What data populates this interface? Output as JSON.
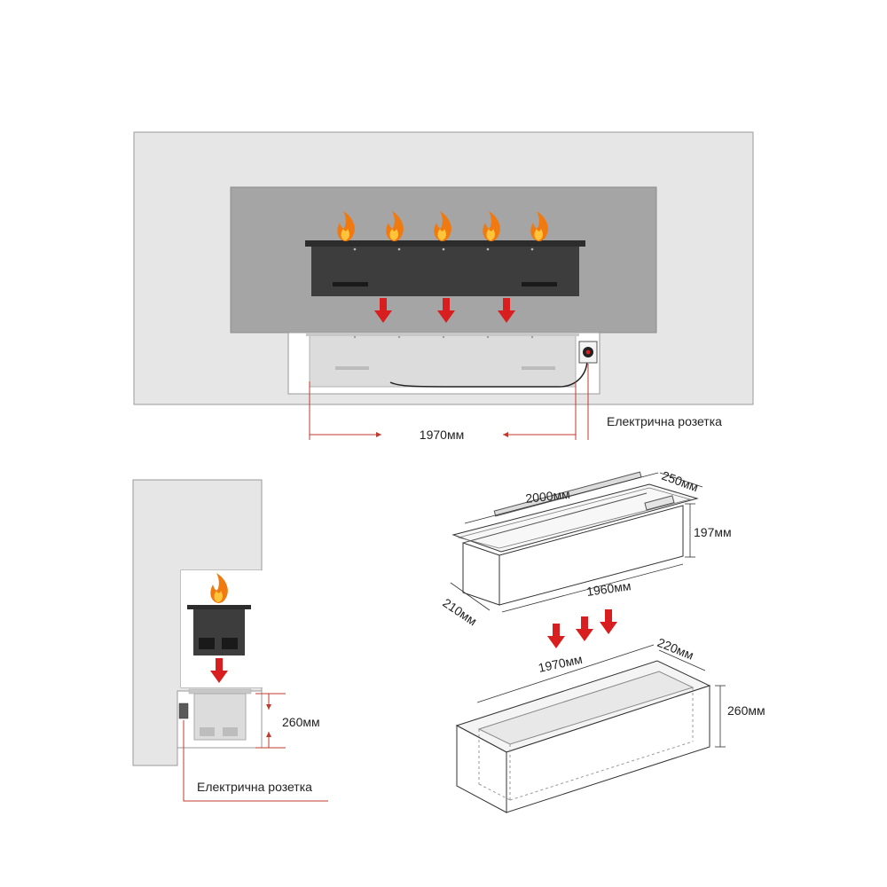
{
  "front_view": {
    "width_label": "1970мм",
    "socket_label": "Електрична розетка",
    "flame_count": 5,
    "arrow_count": 3,
    "colors": {
      "wall": "#e6e6e6",
      "niche": "#a5a5a5",
      "burner": "#3b3b3b",
      "flame": "#f07a10",
      "arrow": "#d81e1e",
      "accent_line": "#c0392b"
    }
  },
  "side_view": {
    "depth_label": "260мм",
    "socket_label": "Електрична розетка"
  },
  "burner": {
    "length_label": "2000мм",
    "width_label": "250мм",
    "height_label": "197мм",
    "inner_length_label": "1960мм",
    "inner_width_label": "210мм"
  },
  "box": {
    "length_label": "1970мм",
    "width_label": "220мм",
    "height_label": "260мм"
  }
}
